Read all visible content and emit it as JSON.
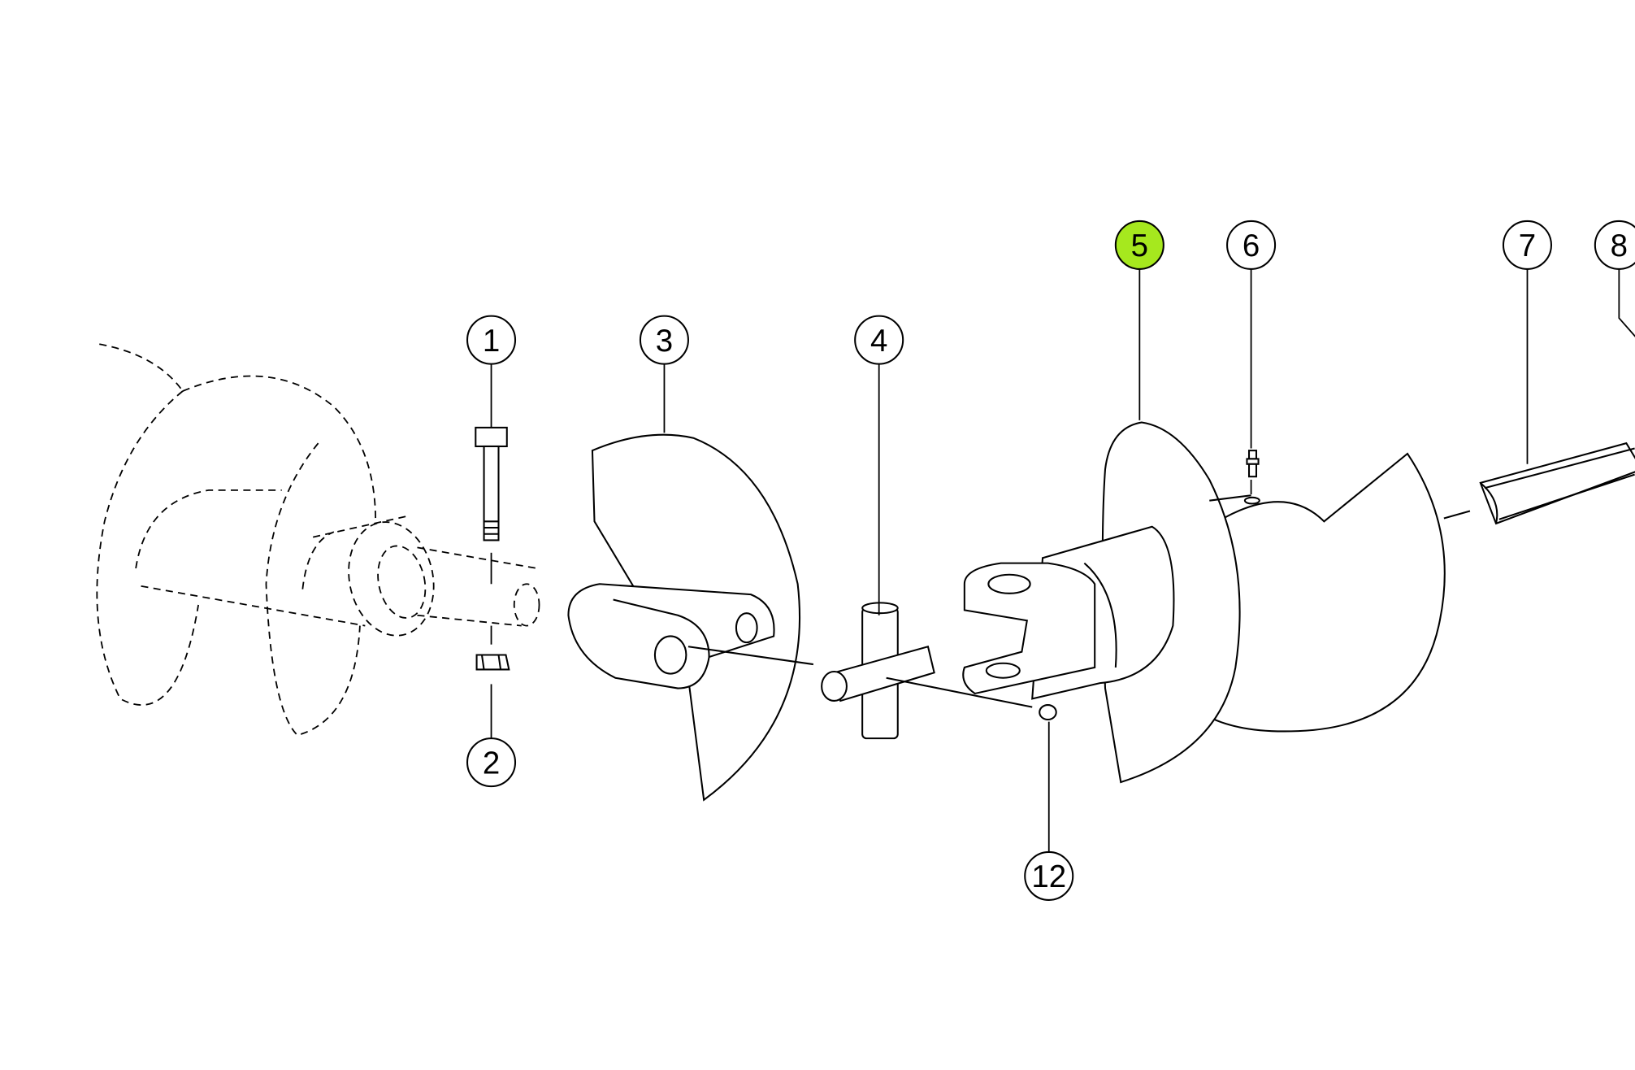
{
  "diagram": {
    "type": "exploded parts diagram",
    "highlight_color": "#a6e81e",
    "callouts": [
      {
        "id": "1",
        "label": "1",
        "highlighted": false
      },
      {
        "id": "2",
        "label": "2",
        "highlighted": false
      },
      {
        "id": "3",
        "label": "3",
        "highlighted": false
      },
      {
        "id": "4",
        "label": "4",
        "highlighted": false
      },
      {
        "id": "5",
        "label": "5",
        "highlighted": true
      },
      {
        "id": "6",
        "label": "6",
        "highlighted": false
      },
      {
        "id": "7",
        "label": "7",
        "highlighted": false
      },
      {
        "id": "8",
        "label": "8",
        "highlighted": false
      },
      {
        "id": "12",
        "label": "12",
        "highlighted": false
      }
    ]
  }
}
